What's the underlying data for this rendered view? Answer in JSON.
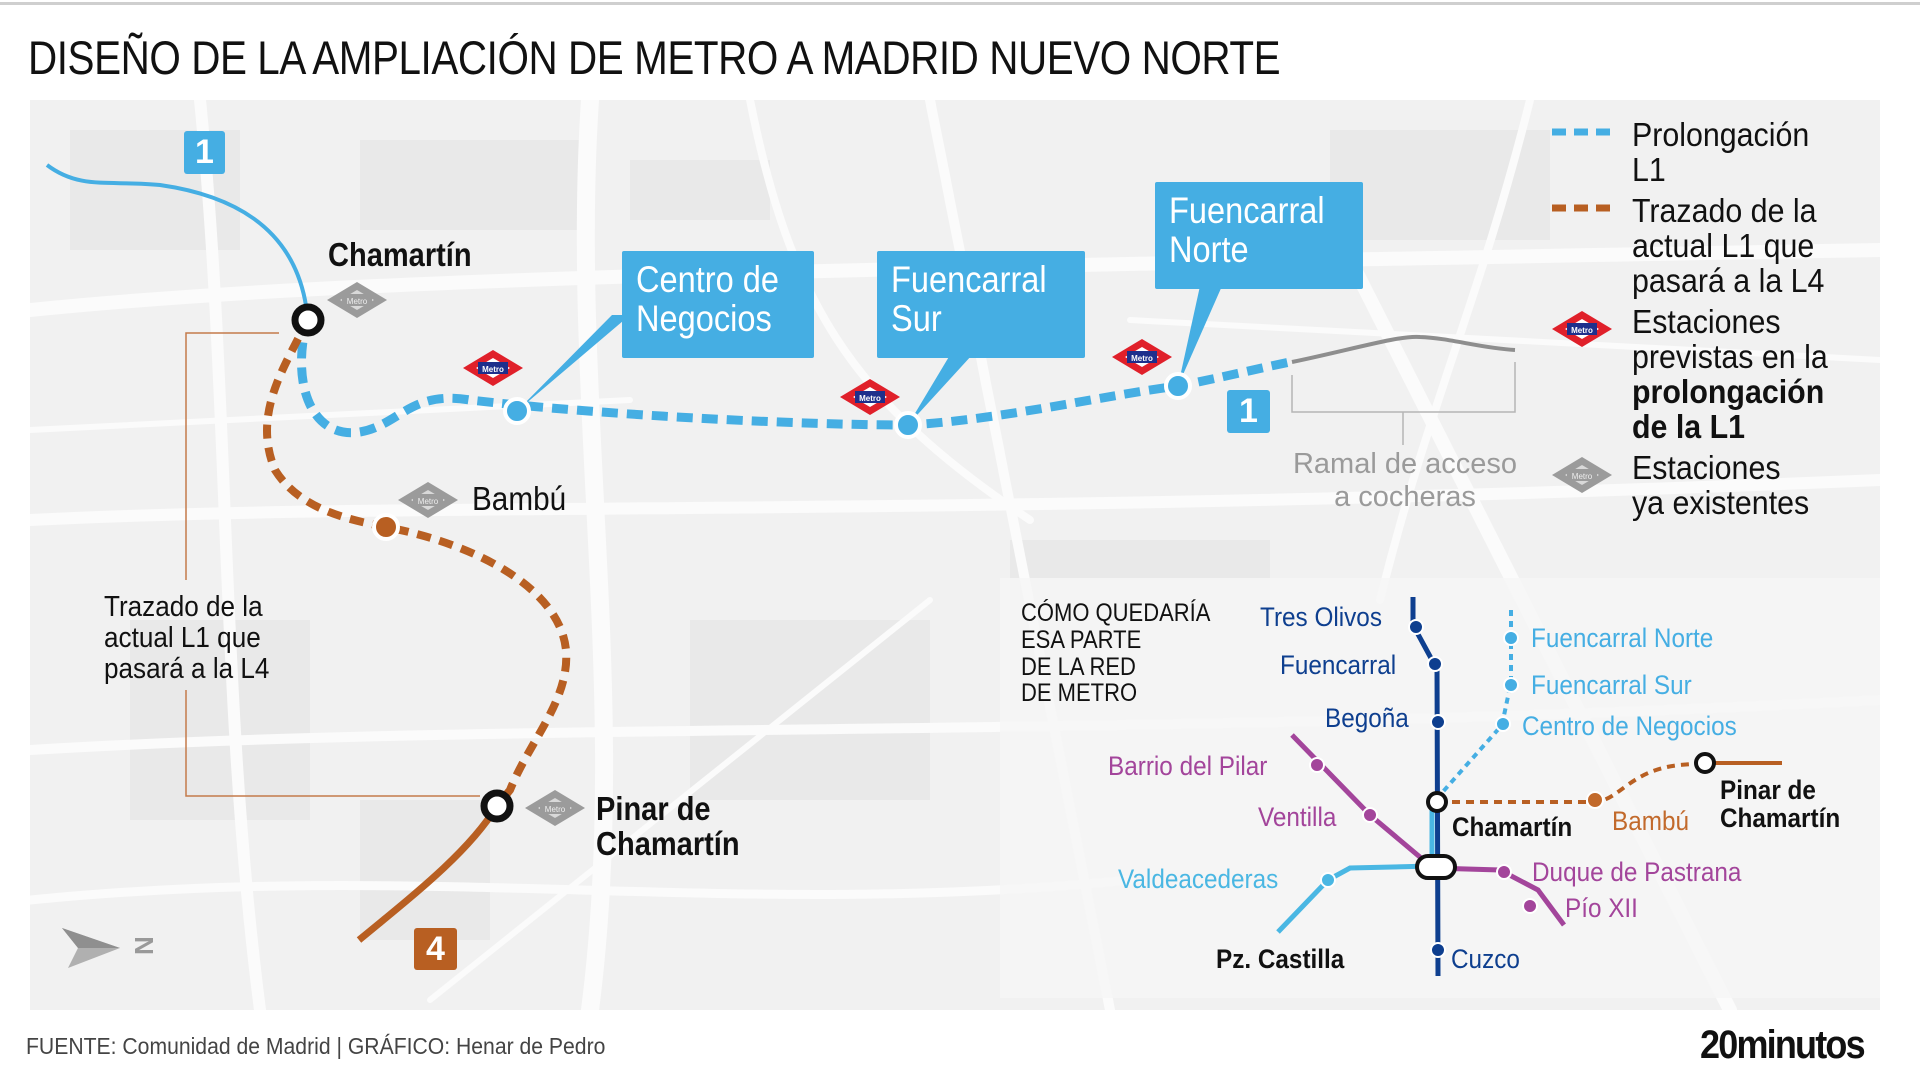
{
  "header": {
    "title": "DISEÑO DE LA AMPLIACIÓN DE METRO A MADRID NUEVO NORTE"
  },
  "colors": {
    "l1_blue": "#45aee3",
    "l4_brown": "#b85f22",
    "metro_red": "#e0202a",
    "metro_navy": "#1e2f8c",
    "existing_grey": "#9b9b9b",
    "inset_l1_navy": "#0e3f8f",
    "inset_l10_purple": "#a3459b",
    "inset_l9_cyan": "#4ab7e3"
  },
  "map": {
    "badges": {
      "l1_top": "1",
      "l1_right": "1",
      "l4": "4"
    },
    "stations": {
      "chamartin": "Chamartín",
      "bambu": "Bambú",
      "pinar_line1": "Pinar de",
      "pinar_line2": "Chamartín"
    },
    "callouts": [
      {
        "line1": "Centro de",
        "line2": "Negocios"
      },
      {
        "line1": "Fuencarral",
        "line2": "Sur"
      },
      {
        "line1": "Fuencarral",
        "line2": "Norte"
      }
    ],
    "annotation": {
      "line1": "Trazado de la",
      "line2": "actual L1 que",
      "line3": "pasará a la L4"
    },
    "ramal": {
      "line1": "Ramal de acceso",
      "line2": "a cocheras"
    },
    "compass": "N",
    "metro_logo_text": "Metro"
  },
  "legend": {
    "items": [
      {
        "symbol": "blue-dashed-line",
        "line1": "Prolongación",
        "line2": "L1"
      },
      {
        "symbol": "brown-dashed-line",
        "line1": "Trazado de la",
        "line2": "actual L1 que",
        "line3": "pasará a la L4"
      },
      {
        "symbol": "red-metro-logo",
        "line1": "Estaciones",
        "line2": "previstas en la",
        "bold1": "prolongación",
        "bold2": "de la L1"
      },
      {
        "symbol": "grey-metro-logo",
        "line1": "Estaciones",
        "line2": "ya existentes"
      }
    ]
  },
  "inset": {
    "title_lines": [
      "CÓMO QUEDARÍA",
      "ESA PARTE",
      "DE LA RED",
      "DE METRO"
    ],
    "stations": {
      "tres_olivos": "Tres Olivos",
      "fuencarral": "Fuencarral",
      "begona": "Begoña",
      "barrio_del_pilar": "Barrio del Pilar",
      "ventilla": "Ventilla",
      "valdeacederas": "Valdeacederas",
      "pz_castilla": "Pz. Castilla",
      "cuzco": "Cuzco",
      "chamartin": "Chamartín",
      "bambu": "Bambú",
      "pinar_line1": "Pinar de",
      "pinar_line2": "Chamartín",
      "duque_de_pastrana": "Duque de Pastrana",
      "pio_xii": "Pío XII",
      "fuencarral_norte": "Fuencarral Norte",
      "fuencarral_sur": "Fuencarral Sur",
      "centro_de_negocios": "Centro de Negocios"
    }
  },
  "footer": {
    "source": "FUENTE: Comunidad de Madrid  |  GRÁFICO: Henar de Pedro",
    "brand": "20minutos"
  }
}
